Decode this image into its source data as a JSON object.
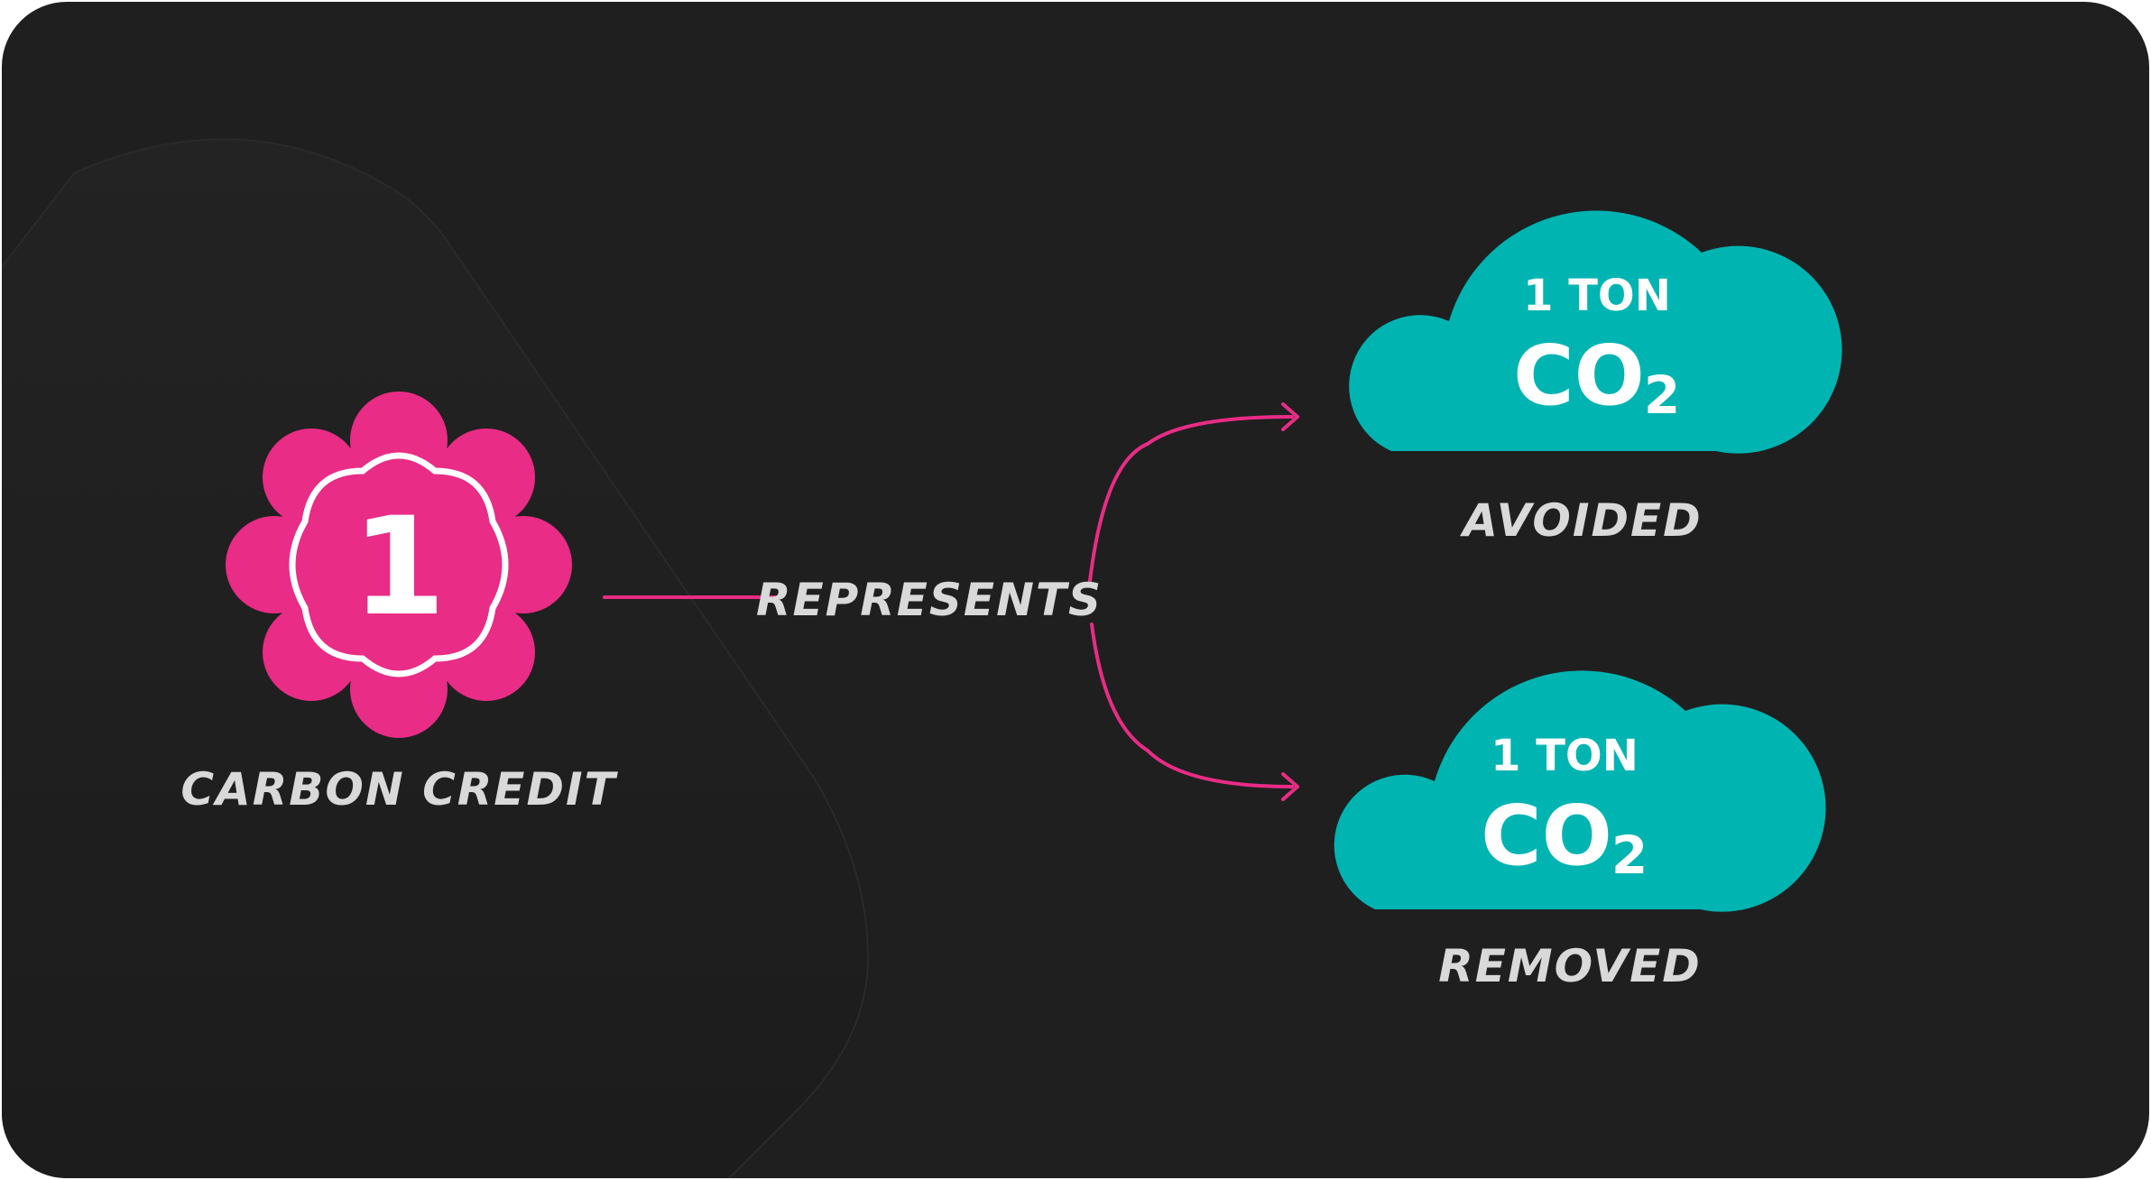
{
  "badge": {
    "number": "1",
    "caption": "CARBON CREDIT"
  },
  "connector": {
    "label": "REPRESENTS"
  },
  "outcomes": [
    {
      "amount": "1 TON",
      "gas": "CO",
      "subscript": "2",
      "caption": "AVOIDED"
    },
    {
      "amount": "1 TON",
      "gas": "CO",
      "subscript": "2",
      "caption": "REMOVED"
    }
  ],
  "colors": {
    "background": "#1f1f1f",
    "badge": "#e92c86",
    "cloud": "#00b4b2",
    "connector": "#e92c86",
    "text": "#d9d9d9"
  }
}
